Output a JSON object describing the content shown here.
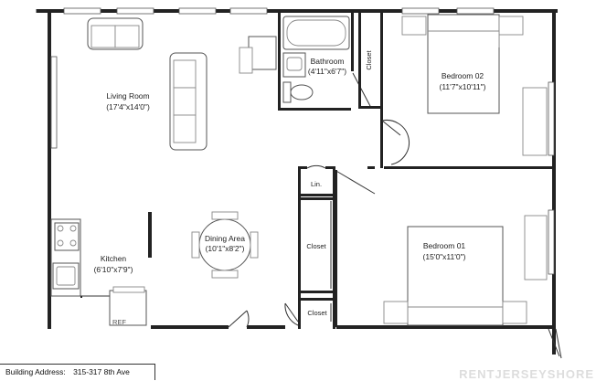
{
  "rooms": {
    "living_room": {
      "name": "Living Room",
      "dims": "(17'4\"x14'0\")"
    },
    "bathroom": {
      "name": "Bathroom",
      "dims": "(4'11\"x6'7\")"
    },
    "bedroom_02": {
      "name": "Bedroom 02",
      "dims": "(11'7\"x10'11\")"
    },
    "bedroom_01": {
      "name": "Bedroom 01",
      "dims": "(15'0\"x11'0\")"
    },
    "dining_area": {
      "name": "Dining Area",
      "dims": "(10'1\"x8'2\")"
    },
    "kitchen": {
      "name": "Kitchen",
      "dims": "(6'10\"x7'9\")"
    },
    "closet_bath": "Closet",
    "closet_mid": "Closet",
    "closet_bottom": "Closet",
    "linen": "Lin."
  },
  "fixtures": {
    "ref": "REF"
  },
  "building": {
    "address_label": "Building Address:",
    "address_value": "315-317 8th Ave"
  },
  "brand_partial": "RENTJERSEYSHORE",
  "colors": {
    "walls": "#222222",
    "furniture": "#555555",
    "background": "#ffffff"
  }
}
